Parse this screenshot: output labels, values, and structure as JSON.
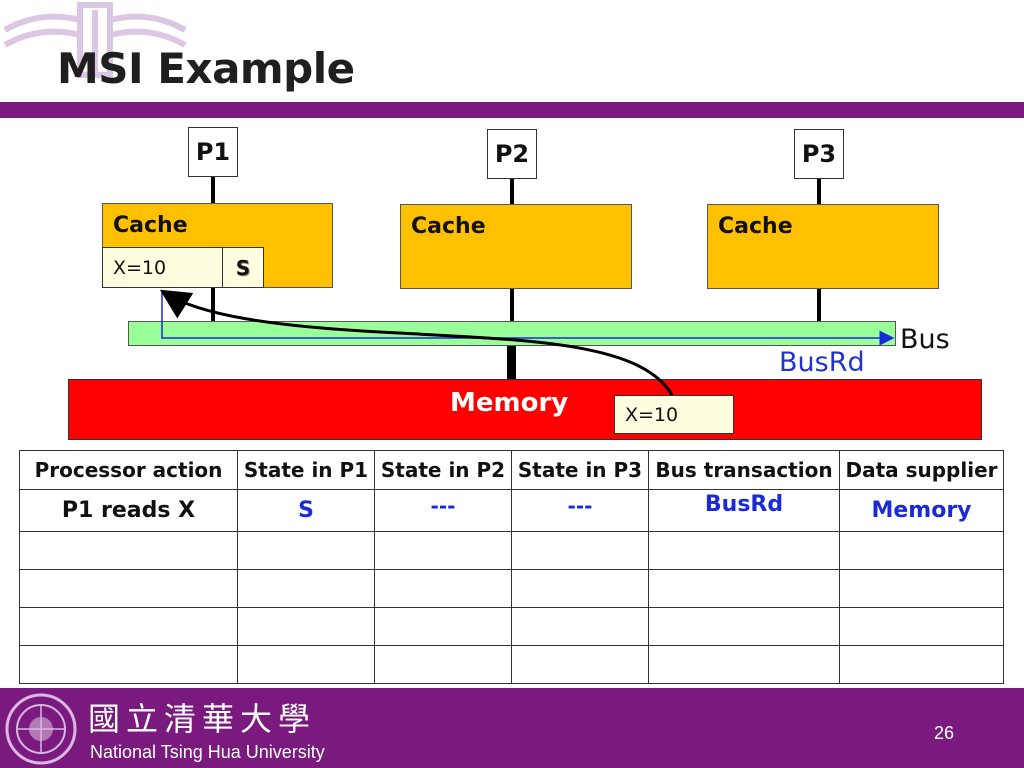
{
  "slide": {
    "title": "MSI Example",
    "page_number": "26"
  },
  "processors": [
    {
      "label": "P1",
      "cache_label": "Cache"
    },
    {
      "label": "P2",
      "cache_label": "Cache"
    },
    {
      "label": "P3",
      "cache_label": "Cache"
    }
  ],
  "p1_cache_line": {
    "value": "X=10",
    "state": "S"
  },
  "bus": {
    "label": "Bus",
    "transaction_label": "BusRd"
  },
  "memory": {
    "label": "Memory",
    "value": "X=10"
  },
  "table": {
    "headers": [
      "Processor action",
      "State in P1",
      "State in P2",
      "State in P3",
      "Bus transaction",
      "Data supplier"
    ],
    "rows": [
      [
        "P1 reads X",
        "S",
        "---",
        "---",
        "BusRd",
        "Memory"
      ],
      [
        "",
        "",
        "",
        "",
        "",
        ""
      ],
      [
        "",
        "",
        "",
        "",
        "",
        ""
      ],
      [
        "",
        "",
        "",
        "",
        "",
        ""
      ],
      [
        "",
        "",
        "",
        "",
        "",
        ""
      ]
    ]
  },
  "footer": {
    "university_cn": "國立清華大學",
    "university_en": "National Tsing Hua University"
  },
  "colors": {
    "accent_purple": "#7a1a7e",
    "cache_fill": "#ffc000",
    "bus_fill": "#99ff99",
    "memory_fill": "#ff0000",
    "highlight_blue": "#1a2bd6"
  }
}
